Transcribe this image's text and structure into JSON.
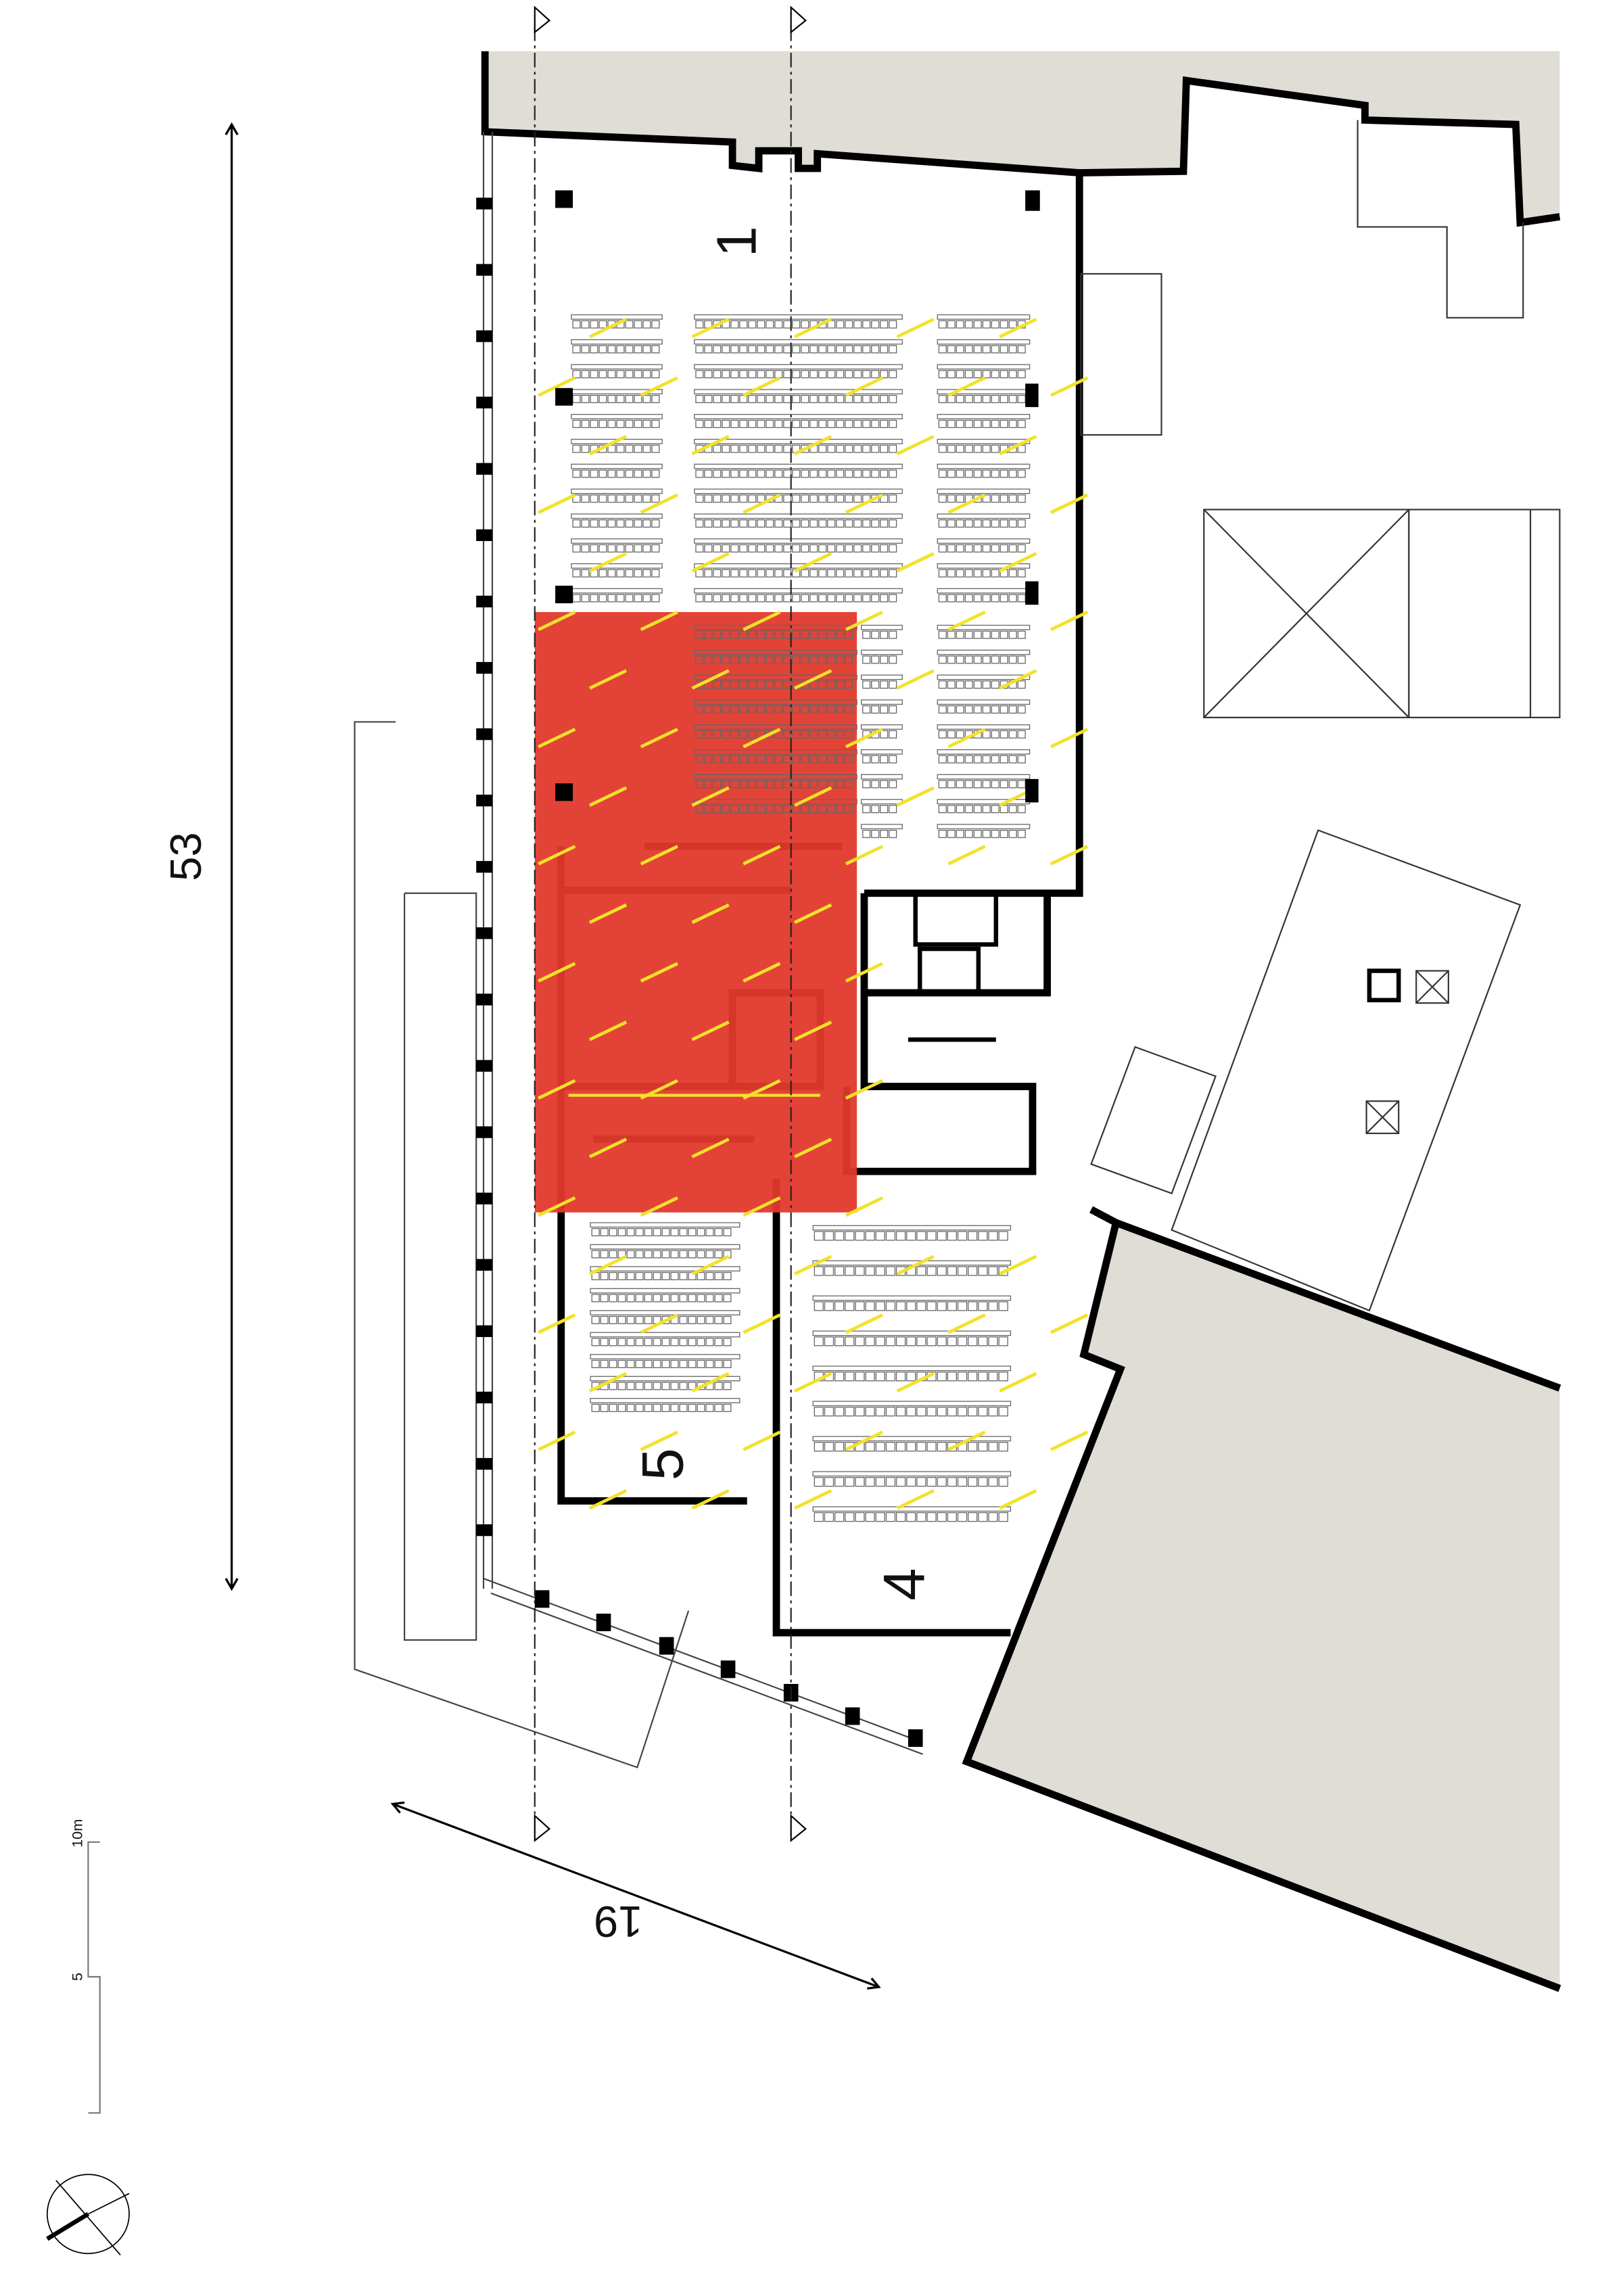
{
  "colors": {
    "highlight": "#e1392c",
    "hatch": "#f2e22a",
    "neighbor": "#e0dcd6",
    "wall": "#000000",
    "line": "#555555"
  },
  "dimensions": {
    "length_label": "53",
    "width_label": "19"
  },
  "rooms": [
    {
      "id": "room-1",
      "label": "1"
    },
    {
      "id": "room-5",
      "label": "5"
    },
    {
      "id": "room-4",
      "label": "4"
    }
  ],
  "scale_bar": {
    "max_label": "10m",
    "mid_label": "5"
  },
  "icons": {
    "compass": "north-arrow-icon",
    "section_marker": "section-triangle-icon"
  }
}
